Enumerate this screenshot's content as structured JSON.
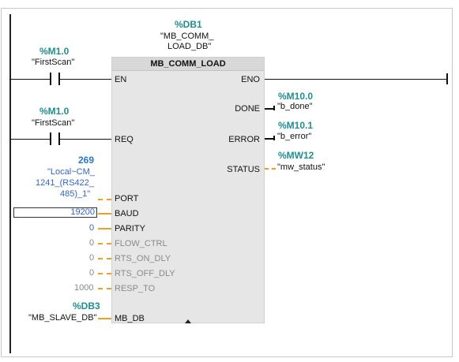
{
  "block": {
    "instance_address": "%DB1",
    "instance_name_line1": "\"MB_COMM_",
    "instance_name_line2": "LOAD_DB\"",
    "title": "MB_COMM_LOAD"
  },
  "network1": {
    "contact_address": "%M1.0",
    "contact_name": "\"FirstScan\"",
    "en_label": "EN",
    "eno_label": "ENO"
  },
  "network2": {
    "contact_address": "%M1.0",
    "contact_name": "\"FirstScan\"",
    "req_label": "REQ"
  },
  "inputs": {
    "port_value": "269",
    "port_symbol_line1": "\"Local~CM_",
    "port_symbol_line2": "1241_(RS422_",
    "port_symbol_line3": "485)_1\"",
    "port_label": "PORT",
    "baud_value": "19200",
    "baud_label": "BAUD",
    "parity_value": "0",
    "parity_label": "PARITY",
    "flow_ctrl_value": "0",
    "flow_ctrl_label": "FLOW_CTRL",
    "rts_on_dly_value": "0",
    "rts_on_dly_label": "RTS_ON_DLY",
    "rts_off_dly_value": "0",
    "rts_off_dly_label": "RTS_OFF_DLY",
    "resp_to_value": "1000",
    "resp_to_label": "RESP_TO",
    "mb_db_address": "%DB3",
    "mb_db_name": "\"MB_SLAVE_DB\"",
    "mb_db_label": "MB_DB"
  },
  "outputs": {
    "done_label": "DONE",
    "done_address": "%M10.0",
    "done_name": "\"b_done\"",
    "error_label": "ERROR",
    "error_address": "%M10.1",
    "error_name": "\"b_error\"",
    "status_label": "STATUS",
    "status_address": "%MW12",
    "status_name": "\"mw_status\""
  },
  "icons": {
    "expand": "chevron-up-icon",
    "contact": "normally-open-contact-icon"
  },
  "colors": {
    "address_teal": "#1f8f8f",
    "constant_blue": "#3264c8",
    "pin_orange": "#f0a020",
    "block_fill": "#e6e6e6"
  }
}
